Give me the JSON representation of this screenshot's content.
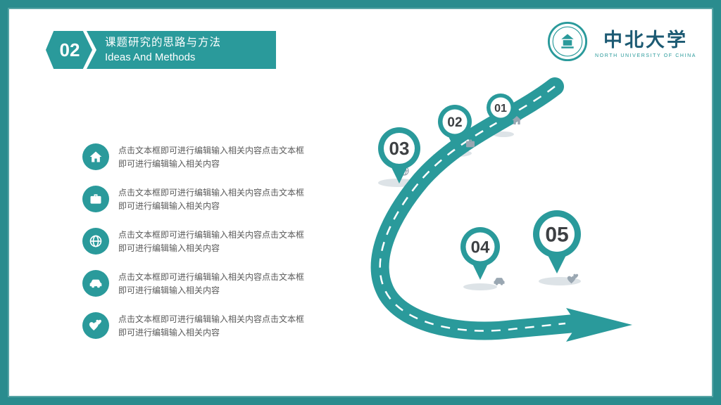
{
  "colors": {
    "accent": "#2a9a9b",
    "frame": "#2a8c8e",
    "ink": "#5a5a5a",
    "pin_number": "#3d4043",
    "icon_gray": "#9aa7b2",
    "shadow": "#dde3e7",
    "logo_ink": "#1c5a73"
  },
  "header": {
    "number": "02",
    "title_zh": "课题研究的思路与方法",
    "title_en": "Ideas And Methods"
  },
  "logo": {
    "name": "中北大学",
    "subtitle": "NORTH UNIVERSITY OF CHINA",
    "seal_icon": "university-seal-icon"
  },
  "list": {
    "items": [
      {
        "icon": "home-icon",
        "line1": "点击文本框即可进行编辑输入相关内容点击文本框",
        "line2": "即可进行编辑输入相关内容"
      },
      {
        "icon": "briefcase-icon",
        "line1": "点击文本框即可进行编辑输入相关内容点击文本框",
        "line2": "即可进行编辑输入相关内容"
      },
      {
        "icon": "globe-icon",
        "line1": "点击文本框即可进行编辑输入相关内容点击文本框",
        "line2": "即可进行编辑输入相关内容"
      },
      {
        "icon": "car-icon",
        "line1": "点击文本框即可进行编辑输入相关内容点击文本框",
        "line2": "即可进行编辑输入相关内容"
      },
      {
        "icon": "hearts-icon",
        "line1": "点击文本框即可进行编辑输入相关内容点击文本框",
        "line2": "即可进行编辑输入相关内容"
      }
    ]
  },
  "roadmap": {
    "pins": [
      {
        "number": "01",
        "icon": "home-icon"
      },
      {
        "number": "02",
        "icon": "briefcase-icon"
      },
      {
        "number": "03",
        "icon": "globe-icon"
      },
      {
        "number": "04",
        "icon": "car-icon"
      },
      {
        "number": "05",
        "icon": "hearts-icon"
      }
    ]
  }
}
